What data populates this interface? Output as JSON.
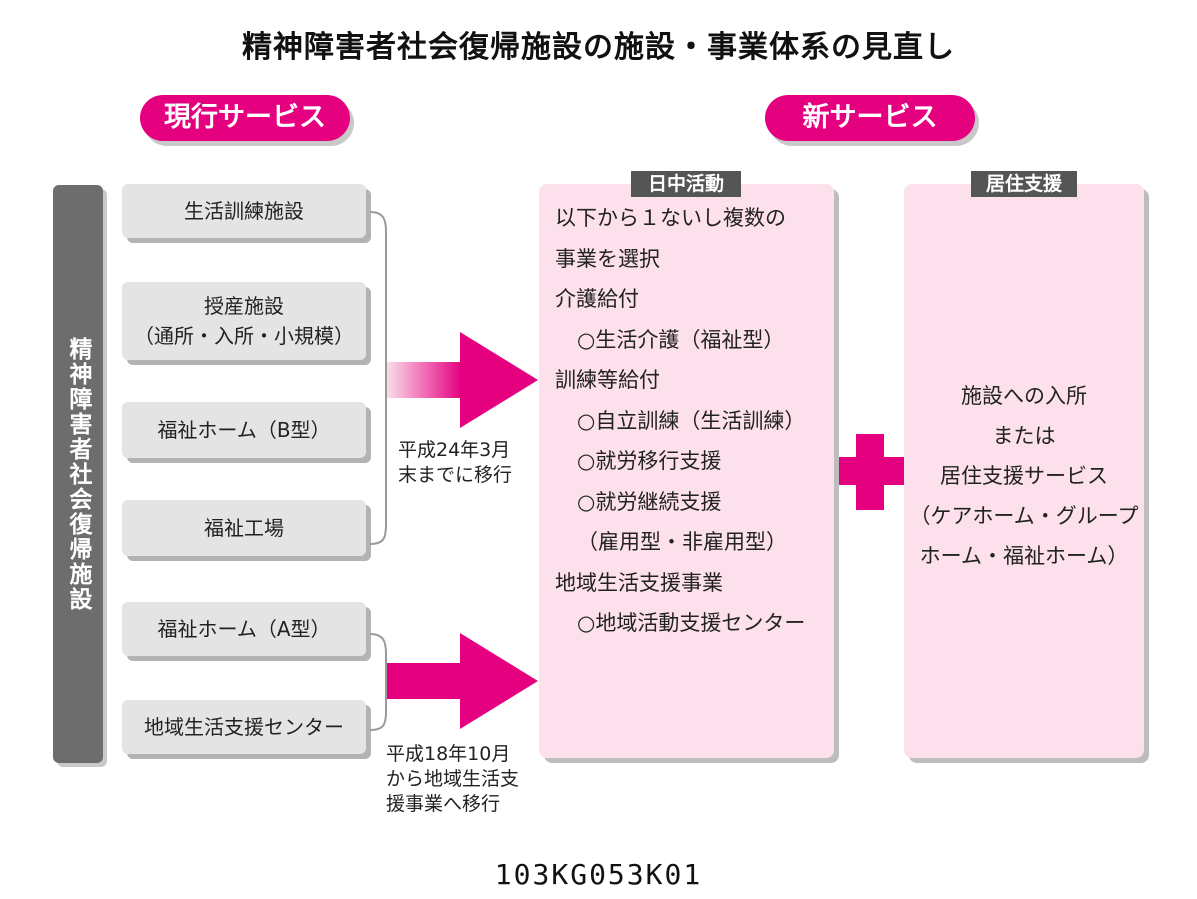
{
  "title": "精神障害者社会復帰施設の施設・事業体系の見直し",
  "current_service_label": "現行サービス",
  "new_service_label": "新サービス",
  "facilities_vertical_label": "精神障害者社会復帰施設",
  "current_boxes": [
    {
      "line1": "生活訓練施設",
      "line2": ""
    },
    {
      "line1": "授産施設",
      "line2": "（通所・入所・小規模）"
    },
    {
      "line1": "福祉ホーム（B型）",
      "line2": ""
    },
    {
      "line1": "福祉工場",
      "line2": ""
    },
    {
      "line1": "福祉ホーム（A型）",
      "line2": ""
    },
    {
      "line1": "地域生活支援センター",
      "line2": ""
    }
  ],
  "transition_notes": {
    "upper": [
      "平成24年3月",
      "末までに移行"
    ],
    "lower": [
      "平成18年10月",
      "から地域生活支",
      "援事業へ移行"
    ]
  },
  "daytime": {
    "tag": "日中活動",
    "lines": [
      "以下から１ないし複数の",
      "事業を選択",
      "介護給付",
      "○生活介護（福祉型）",
      "訓練等給付",
      "○自立訓練（生活訓練）",
      "○就労移行支援",
      "○就労継続支援",
      "（雇用型・非雇用型）",
      "地域生活支援事業",
      "○地域活動支援センター"
    ],
    "indented": [
      false,
      false,
      false,
      true,
      false,
      true,
      true,
      true,
      true,
      false,
      true
    ]
  },
  "residence": {
    "tag": "居住支援",
    "lines": [
      "施設への入所",
      "または",
      "居住支援サービス",
      "（ケアホーム・グループ",
      "ホーム・福祉ホーム）"
    ]
  },
  "figure_code": "103KG053K01",
  "colors": {
    "accent": "#e4007f",
    "light_pink": "#fce0ec",
    "gray_box": "#e4e4e4",
    "dark_gray": "#6d6d6d",
    "tag_gray": "#555555"
  }
}
